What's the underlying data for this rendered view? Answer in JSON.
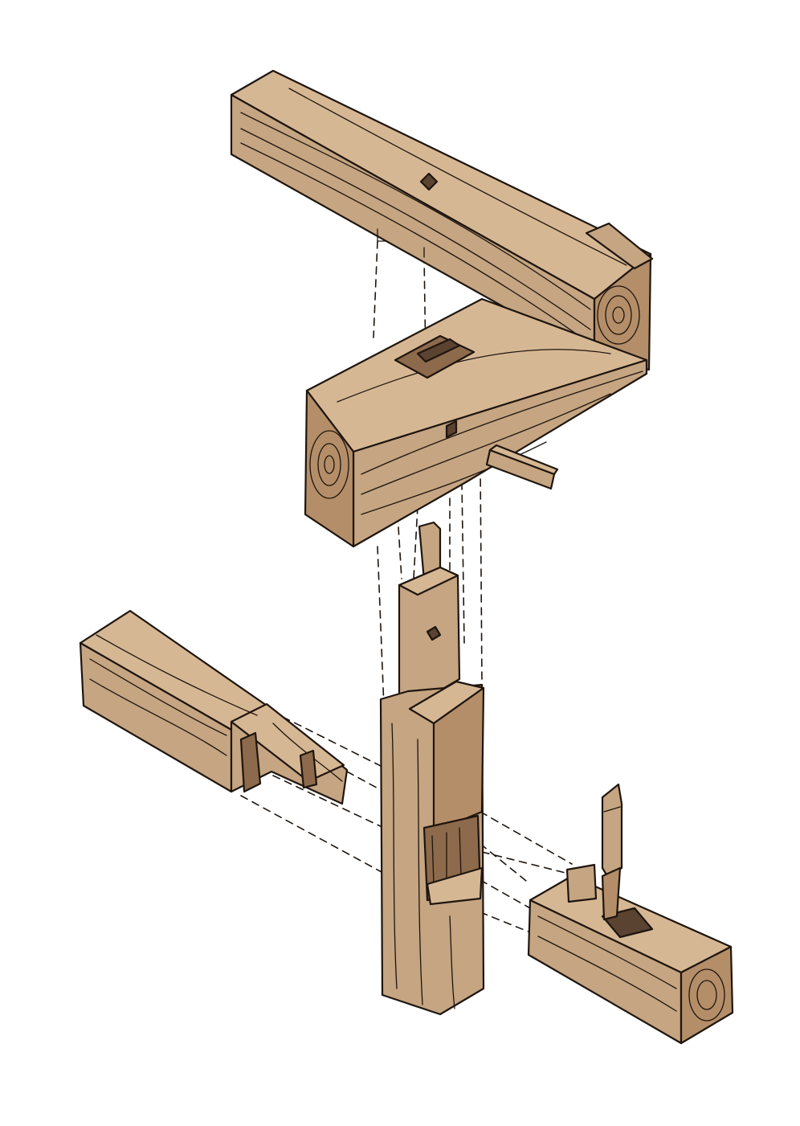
{
  "colors": {
    "background": "#ffffff",
    "wood_side": "#c5a582",
    "wood_top": "#d6b794",
    "wood_end": "#b48e68",
    "ink": "#1e150e"
  },
  "parts": [
    {
      "name": "upper-beam-icon",
      "kind": "beam"
    },
    {
      "name": "middle-beam-icon",
      "kind": "beam-with-housing"
    },
    {
      "name": "middle-beam-peg-icon",
      "kind": "peg"
    },
    {
      "name": "post-icon",
      "kind": "post-with-tenon"
    },
    {
      "name": "left-girt-icon",
      "kind": "girt-with-tenon"
    },
    {
      "name": "right-girt-icon",
      "kind": "girt-with-mortise"
    },
    {
      "name": "right-girt-peg-icon",
      "kind": "peg"
    }
  ]
}
